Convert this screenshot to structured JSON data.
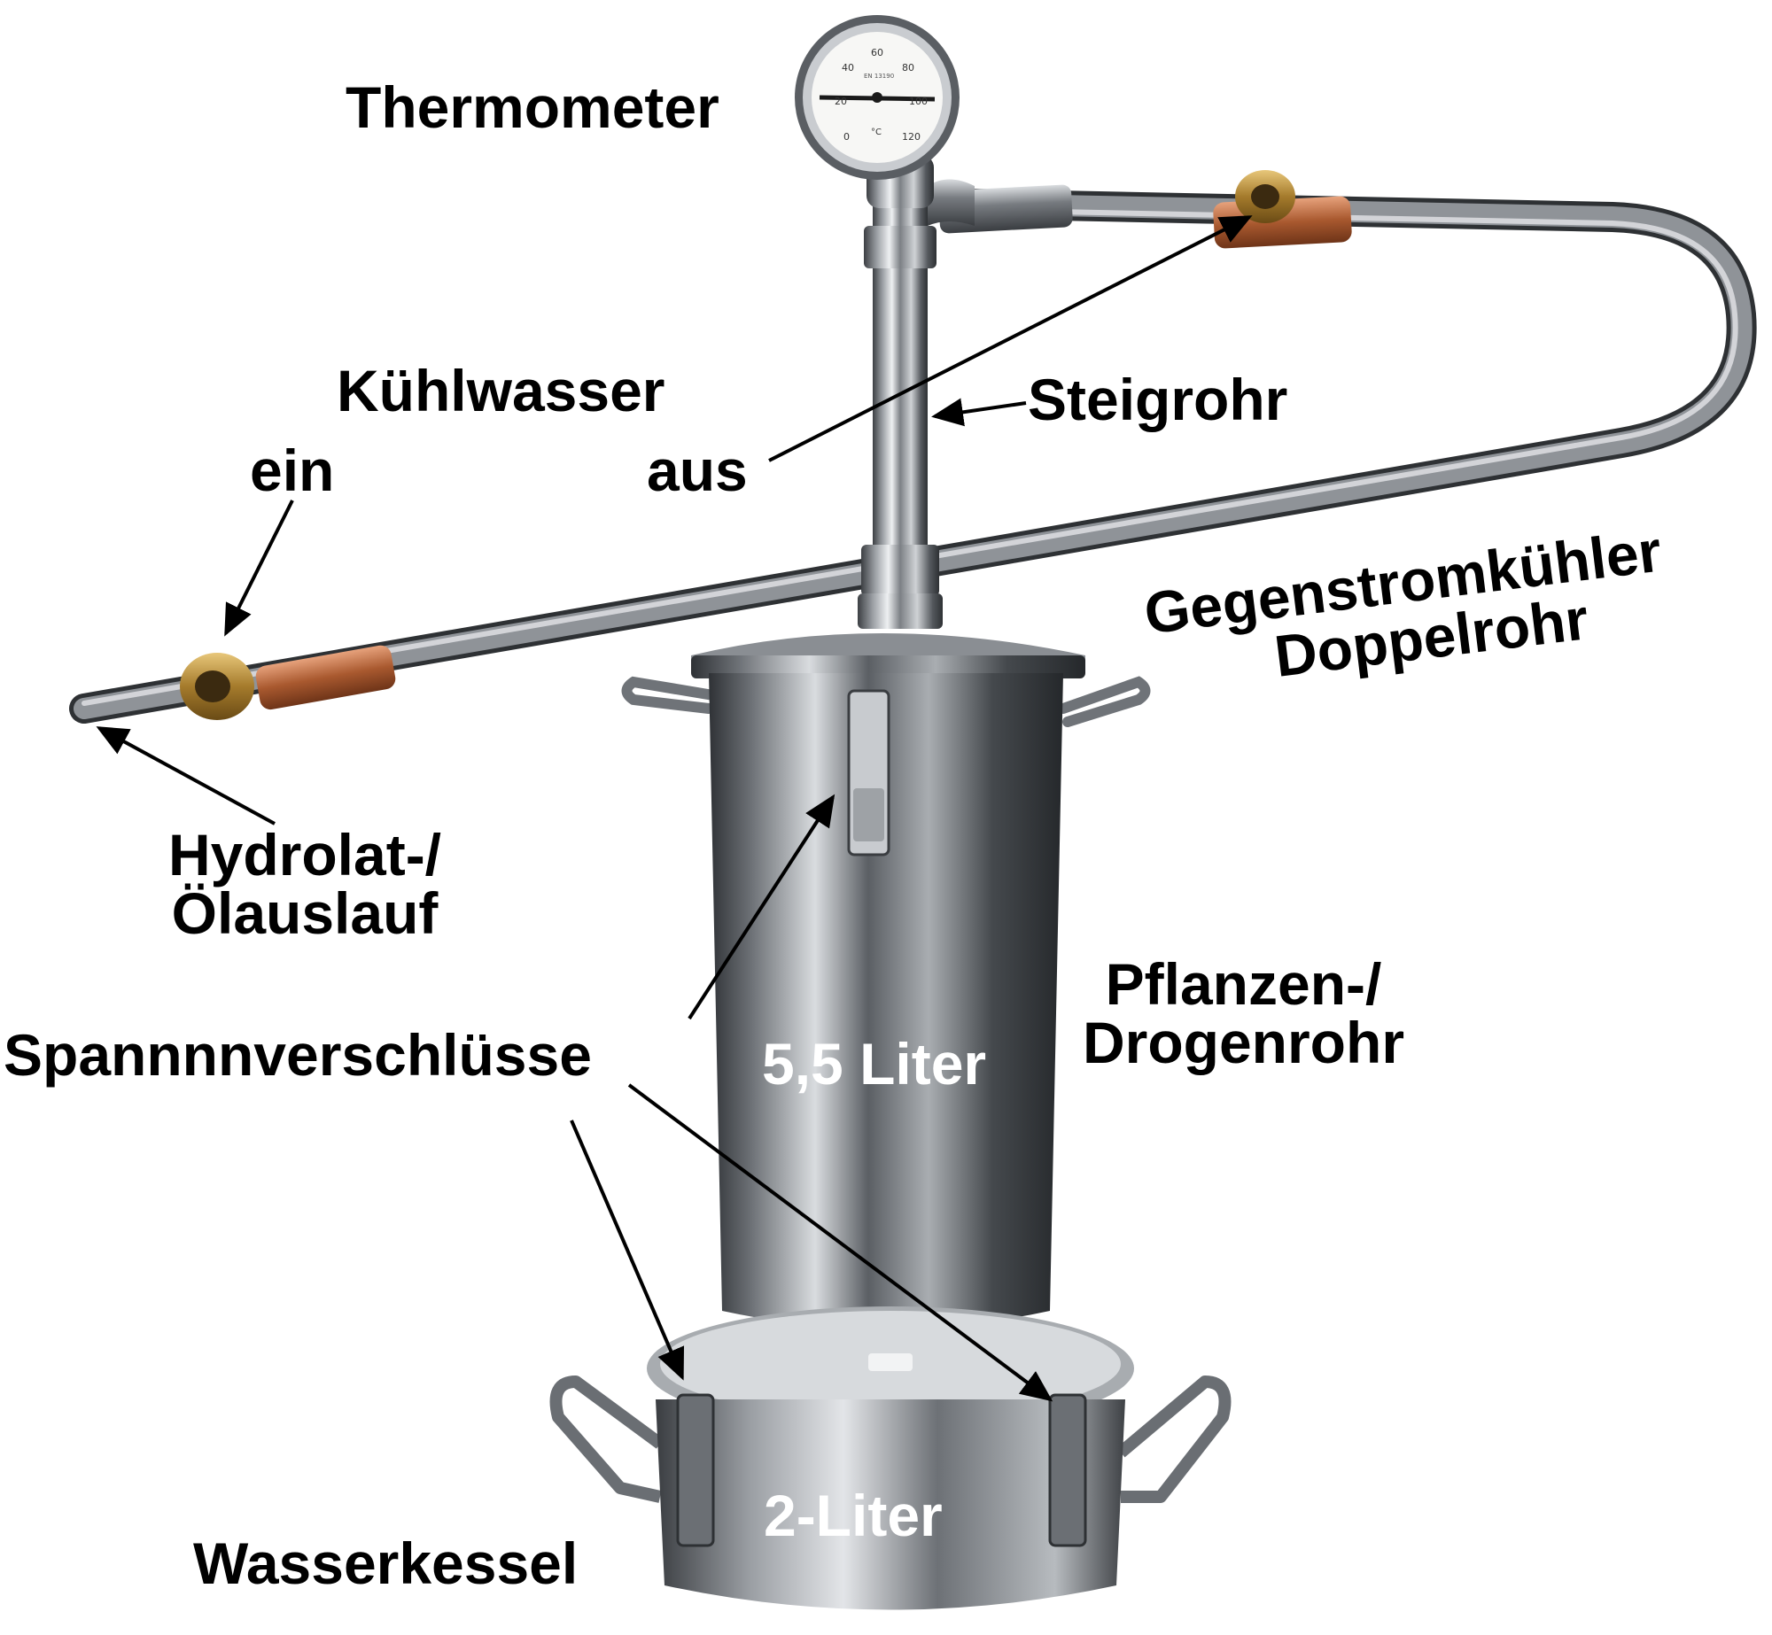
{
  "labels": {
    "thermometer": "Thermometer",
    "kuehlwasser": "Kühlwasser",
    "ein": "ein",
    "aus": "aus",
    "steigrohr": "Steigrohr",
    "gegenstromkuehler": "Gegenstromkühler",
    "doppelrohr": "Doppelrohr",
    "hydrolat": "Hydrolat-/",
    "oelauslauf": "Ölauslauf",
    "pflanzen": "Pflanzen-/",
    "drogenrohr": "Drogenrohr",
    "spannverschluesse": "Spannnnverschlüsse",
    "volume_column": "5,5 Liter",
    "volume_kettle": "2-Liter",
    "wasserkessel": "Wasserkessel"
  },
  "thermometer_dial": {
    "unit": "°C",
    "ticks": [
      "0",
      "20",
      "40",
      "60",
      "80",
      "100",
      "120"
    ],
    "model": "EN 13190"
  },
  "colors": {
    "steel_dark": "#4f5256",
    "steel_mid": "#8b8f94",
    "steel_light": "#e6e8ea",
    "copper": "#b0623a",
    "brass": "#b08a3a",
    "label_text": "#000000",
    "vessel_text": "#ffffff"
  }
}
